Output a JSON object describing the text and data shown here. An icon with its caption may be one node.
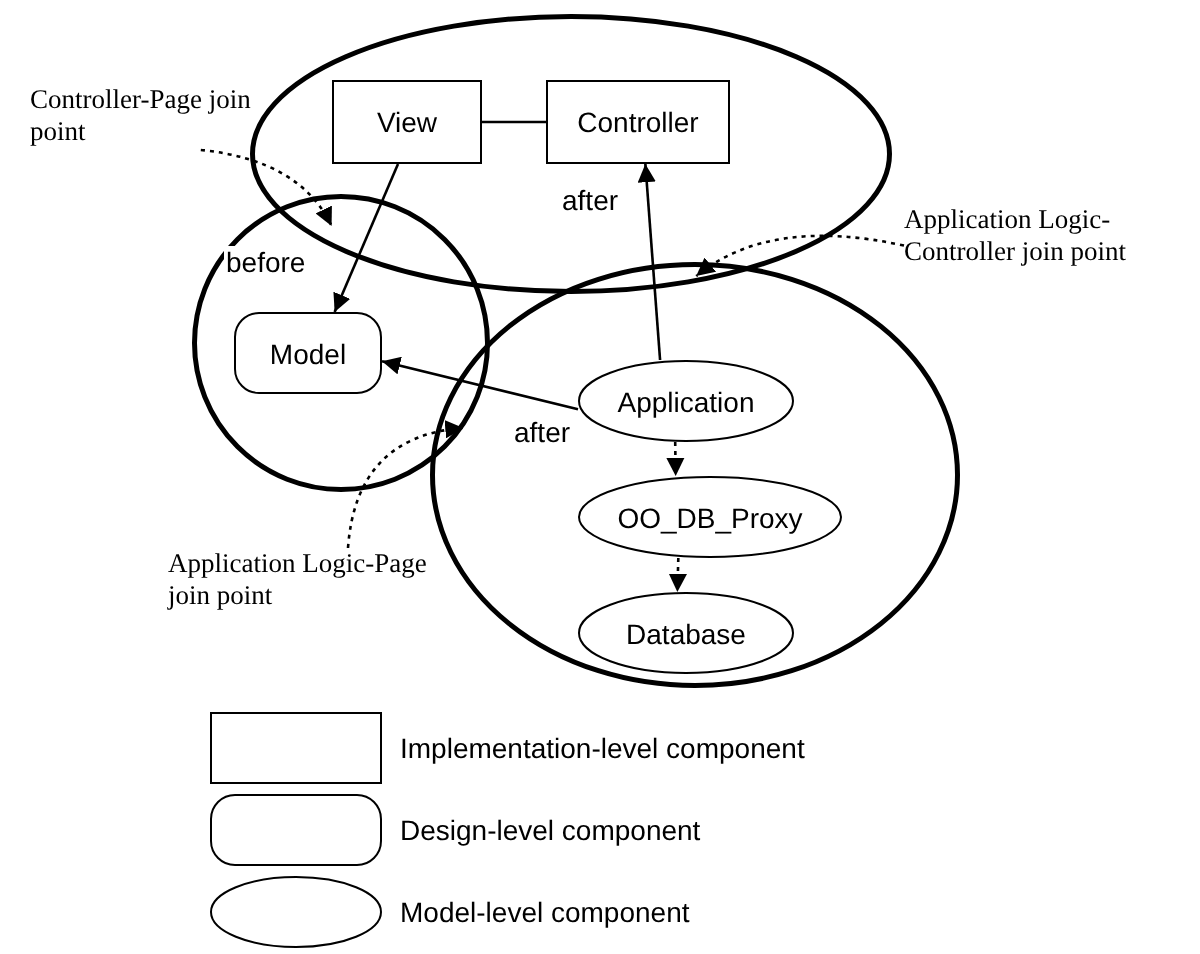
{
  "diagram": {
    "nodes": [
      {
        "text": [],
        "shape": "ellipse"
      },
      {
        "text": [
          "View"
        ],
        "in": 0
      },
      {
        "text": [
          "Controller"
        ],
        "in": 0
      },
      {
        "text": [],
        "shape": "circle"
      },
      {
        "text": [
          "Model"
        ],
        "in": 3
      },
      {
        "text": [],
        "shape": "ellipse"
      },
      {
        "text": [
          "Application"
        ],
        "in": 5
      },
      {
        "text": [
          "OO_DB_Proxy"
        ],
        "in": 5
      },
      {
        "text": [
          "Database"
        ],
        "in": 5
      },
      {
        "text": [
          "Controller-Page join point"
        ]
      },
      {
        "text": [
          "Application Logic-Controller join point"
        ]
      },
      {
        "text": [
          "Application Logic-Page join point"
        ]
      }
    ],
    "edges": [
      {
        "from": 1,
        "to": 2,
        "arrow": "none"
      },
      {
        "from": 1,
        "to": 4,
        "arrow": "to",
        "label": "before"
      },
      {
        "from": 6,
        "to": 2,
        "arrow": "to",
        "label": "after"
      },
      {
        "from": 6,
        "to": 4,
        "arrow": "to",
        "label": "after"
      },
      {
        "from": 6,
        "to": 7,
        "arrow": "to",
        "style": "dashed"
      },
      {
        "from": 7,
        "to": 8,
        "arrow": "to",
        "style": "dashed"
      },
      {
        "from": 9,
        "to": 3,
        "arrow": "to",
        "style": "dashed"
      },
      {
        "from": 10,
        "to": 0,
        "arrow": "to",
        "style": "dashed"
      },
      {
        "from": 11,
        "to": 3,
        "arrow": "to",
        "style": "dashed"
      }
    ],
    "legend": [
      {
        "text": "Implementation-level component"
      },
      {
        "text": "Design-level component"
      },
      {
        "text": "Model-level component"
      }
    ]
  }
}
